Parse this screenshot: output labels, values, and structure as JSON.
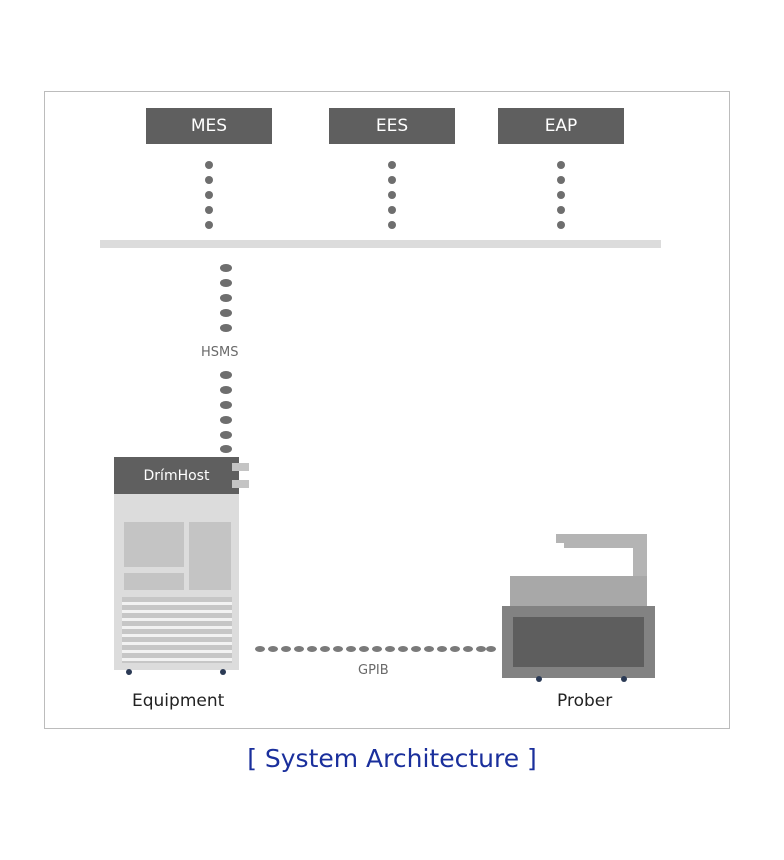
{
  "systems": [
    {
      "label": "MES"
    },
    {
      "label": "EES"
    },
    {
      "label": "EAP"
    }
  ],
  "links": {
    "hsms_label": "HSMS",
    "gpib_label": "GPIB"
  },
  "equipment": {
    "host_label": "DrímHost",
    "caption": "Equipment"
  },
  "prober": {
    "caption": "Prober"
  },
  "caption": "[ System Architecture ]",
  "colors": {
    "box": "#5f5f5f",
    "dots": "#6e6e6e",
    "bus": "#dcdcdc",
    "title": "#1a2f9c"
  }
}
